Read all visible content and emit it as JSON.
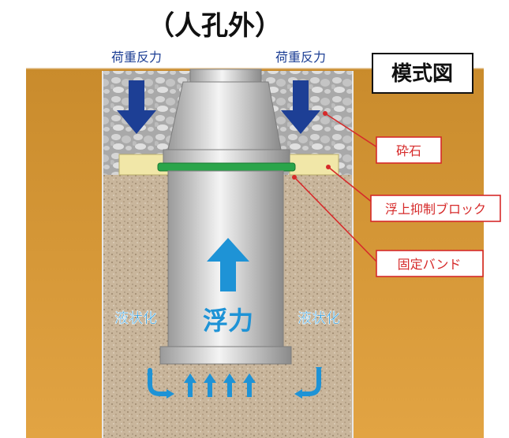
{
  "title": "（人孔外）",
  "badge": "模式図",
  "reaction_force_left": "荷重反力",
  "reaction_force_right": "荷重反力",
  "liquefaction_left": "液状化",
  "liquefaction_right": "液状化",
  "buoyancy": "浮力",
  "callouts": {
    "crushed_stone": "砕石",
    "flotation_block": "浮上抑制ブロック",
    "fixing_band": "固定バンド"
  },
  "colors": {
    "outer_soil": "#d99a30",
    "liquefied_soil": "#c8b59b",
    "gravel": "#b9b9b9",
    "block": "#f1e7a8",
    "band": "#2aa54a",
    "down_arrow": "#1d3f95",
    "up_arrow": "#1e93d6",
    "callout_red": "#d62a2a"
  }
}
